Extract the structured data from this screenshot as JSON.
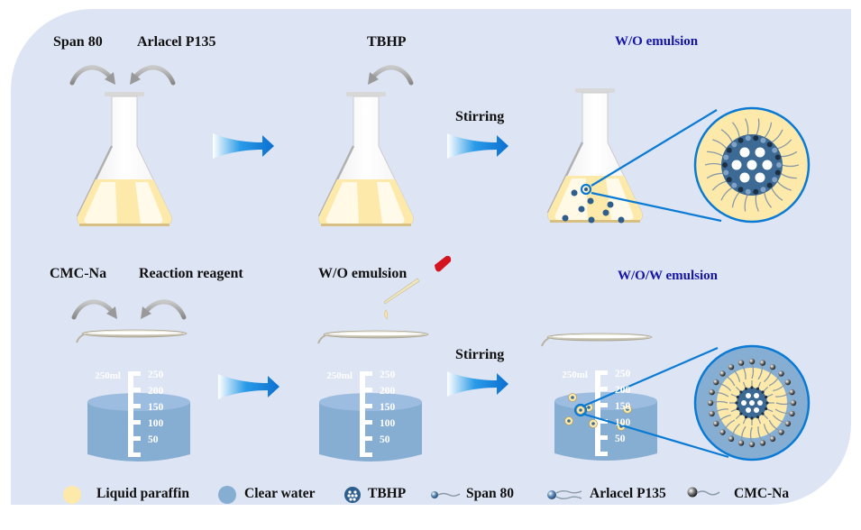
{
  "diagram": {
    "top_row": {
      "step1": {
        "reagents": [
          "Span 80",
          "Arlacel P135"
        ]
      },
      "step2": {
        "reagent": "TBHP",
        "process": "Stirring"
      },
      "step3": {
        "result": "W/O emulsion"
      }
    },
    "bottom_row": {
      "step1": {
        "reagents": [
          "CMC-Na",
          "Reaction reagent"
        ]
      },
      "step2": {
        "reagent": "W/O emulsion",
        "process": "Stirring"
      },
      "step3": {
        "result": "W/O/W emulsion"
      }
    },
    "beaker": {
      "capacity_label": "250ml",
      "scale": [
        "250",
        "200",
        "150",
        "100",
        "50"
      ]
    }
  },
  "legend": [
    {
      "label": "Liquid paraffin",
      "icon": "liquid-paraffin-swatch",
      "color": "#fde9a9"
    },
    {
      "label": "Clear water",
      "icon": "clear-water-swatch",
      "color": "#86aed2"
    },
    {
      "label": "TBHP",
      "icon": "tbhp-droplet",
      "color": "#2e5e8c"
    },
    {
      "label": "Span 80",
      "icon": "span80-molecule"
    },
    {
      "label": "Arlacel P135",
      "icon": "arlacel-molecule"
    },
    {
      "label": "CMC-Na",
      "icon": "cmcna-molecule"
    }
  ],
  "colors": {
    "background_panel": "#dde4f3",
    "paraffin": "#fde9a9",
    "water": "#86aed2",
    "tbhp": "#2e5e8c",
    "accent_blue": "#0a7ad4",
    "title_blue": "#1414a8"
  }
}
